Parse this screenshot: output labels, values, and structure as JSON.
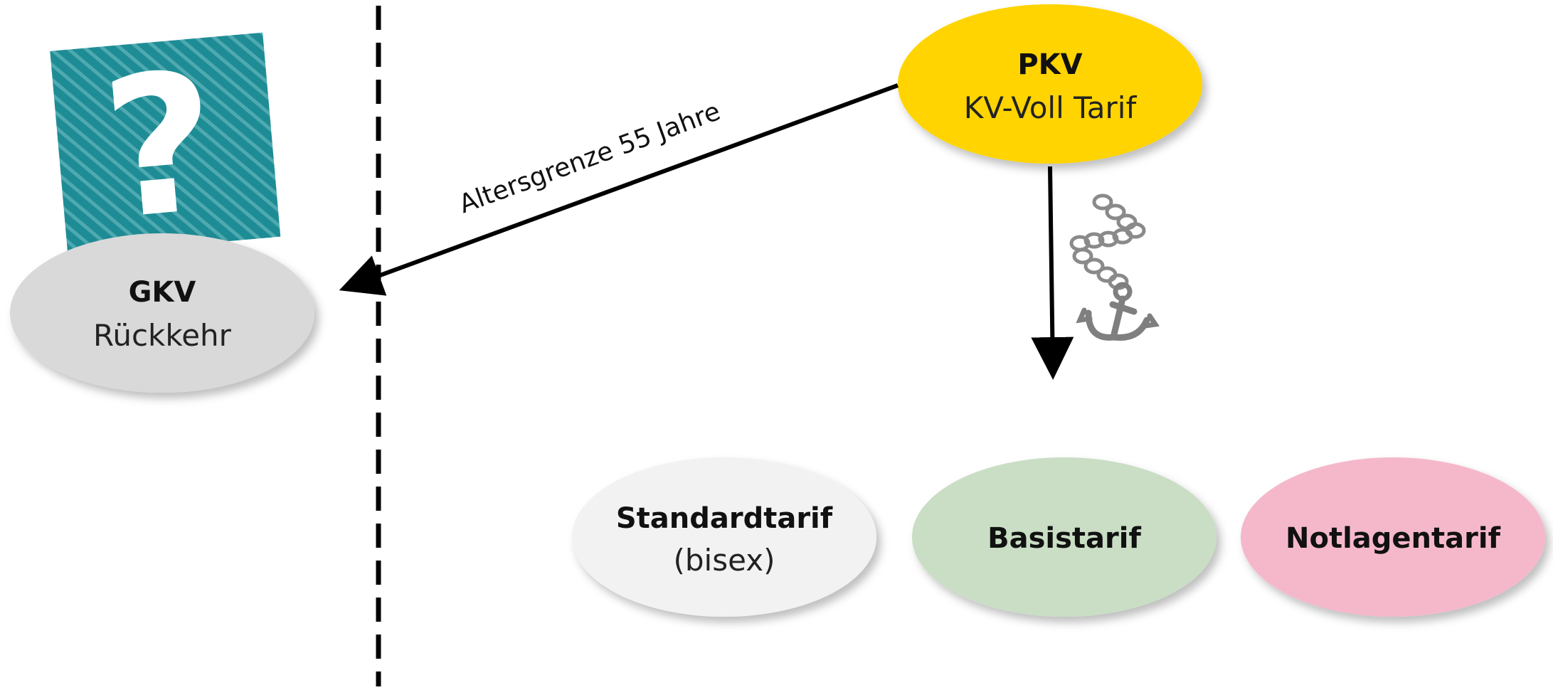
{
  "nodes": {
    "pkv": {
      "title": "PKV",
      "subtitle": "KV-Voll Tarif",
      "color": "#FFD400"
    },
    "gkv": {
      "title": "GKV",
      "subtitle": "Rückkehr",
      "color": "#D9D9D9"
    },
    "standardtarif": {
      "title": "Standardtarif",
      "subtitle": "(bisex)",
      "color": "#F2F2F2"
    },
    "basistarif": {
      "title": "Basistarif",
      "color": "#C9DEC4"
    },
    "notlagentarif": {
      "title": "Notlagentarif",
      "color": "#F5B8CB"
    }
  },
  "edges": {
    "pkv_to_gkv": {
      "label": "Altersgrenze 55 Jahre"
    }
  },
  "icons": {
    "question": {
      "glyph": "?",
      "color": "#1E8C95"
    },
    "anchor": {
      "name": "anchor-chain-icon",
      "color": "#7F7F7F"
    }
  }
}
